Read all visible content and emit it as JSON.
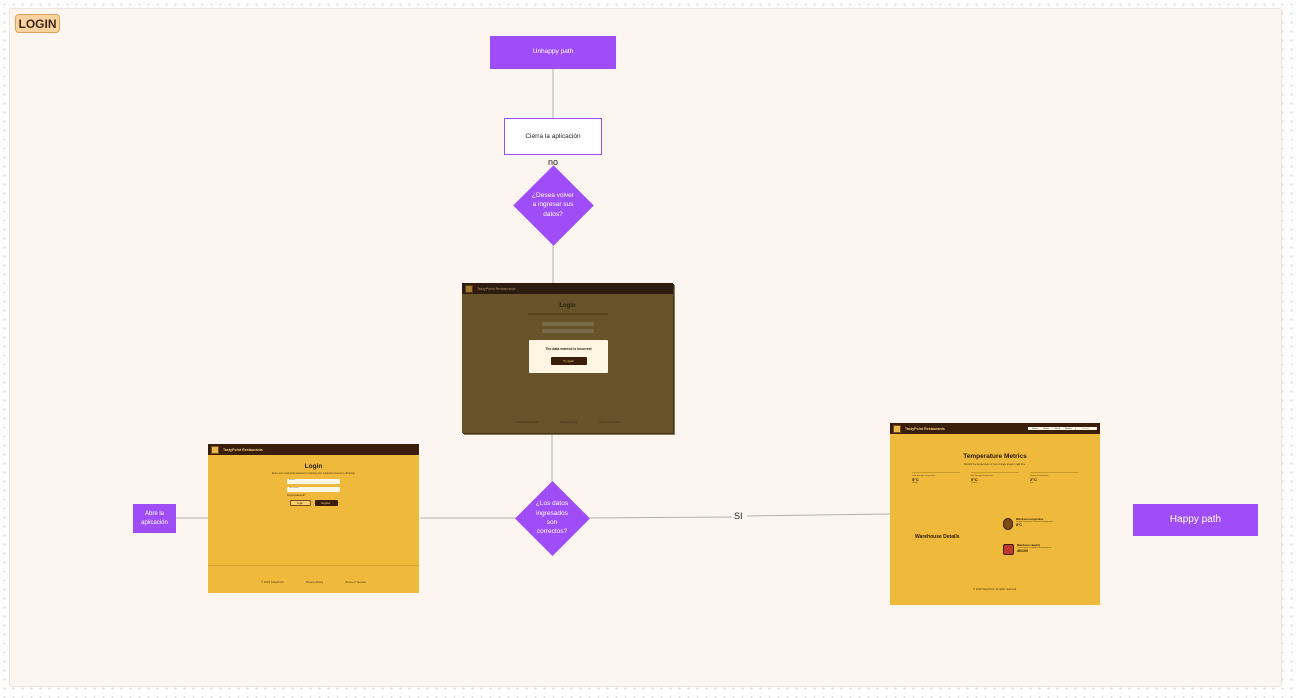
{
  "section_label": "LOGIN",
  "nodes": {
    "unhappy_path": "Unhappy path",
    "close_app": "Cierra la aplicación",
    "reenter_question": "¿Desea volver a ingresar sus datos?",
    "open_app": "Abre la aplicación",
    "data_correct_question": "¿Los datos ingresados son correctos?",
    "happy_path": "Happy path"
  },
  "edge_labels": {
    "no": "no",
    "si": "SI"
  },
  "login_screen": {
    "brand": "TastyPoint Restaurants",
    "title": "Login",
    "subtitle": "Enter your email and password to manage your restaurant inventory efficiently.",
    "email_placeholder": "Email",
    "password_placeholder": "Password",
    "forgot": "Forgot password?",
    "login_btn": "Login",
    "register_btn": "Register",
    "footer": [
      "© 2023 TastyPoint",
      "Privacy Policy",
      "Terms of Service"
    ]
  },
  "error_screen": {
    "brand": "TastyPoint Restaurants",
    "title": "Login",
    "modal_text": "The data entered is incorrect",
    "modal_btn": "Try again",
    "footer": [
      "© 2023 TastyPoint",
      "Privacy Policy",
      "Terms of Service"
    ]
  },
  "dashboard_screen": {
    "brand": "TastyPoint Restaurants",
    "nav": [
      "Home",
      "Orders",
      "Stock",
      "Metrics",
      "Search"
    ],
    "title": "Temperature Metrics",
    "subtitle": "Monitor the temperature of your storage areas in real time.",
    "metrics": [
      {
        "label": "Cold Storage Temperature",
        "value": "5°C",
        "note": "Normal"
      },
      {
        "label": "Dry Storage Temperature",
        "value": "5°C",
        "note": "Normal"
      },
      {
        "label": "Freezer Temperature",
        "value": "2°C",
        "note": "Low"
      }
    ],
    "warehouse_title": "Warehouse Details",
    "warehouse_items": [
      {
        "title": "Warehouse temperature",
        "desc": "Current temperature of the main storage room",
        "value": "8°C"
      },
      {
        "title": "Warehouse capacity",
        "desc": "Current space occupied by stored products",
        "value": "36/100"
      }
    ],
    "footer": "© 2023 TastyPoint. All rights reserved."
  }
}
